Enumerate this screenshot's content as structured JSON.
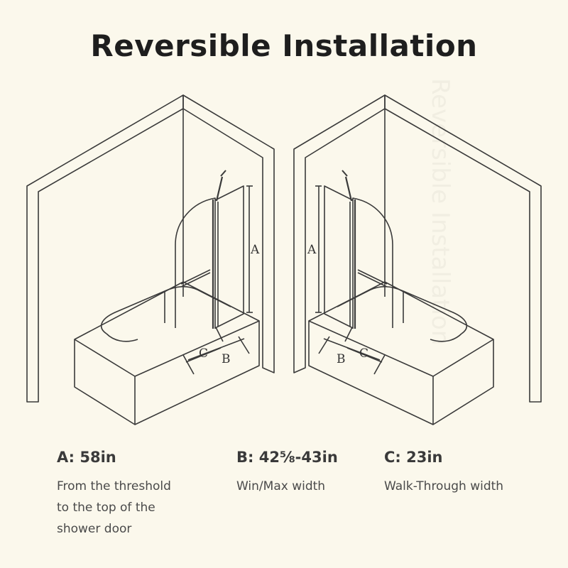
{
  "title": "Reversible Installation",
  "watermark": "Reversible Installation",
  "diagram_labels": {
    "a": "A",
    "b": "B",
    "c": "C"
  },
  "specs": {
    "a": {
      "label": "A: 58in",
      "lines": [
        "From the threshold",
        "to the top of the",
        "shower door"
      ]
    },
    "b": {
      "label": "B: 42⅝-43in",
      "lines": [
        "Win/Max width"
      ]
    },
    "c": {
      "label": "C: 23in",
      "lines": [
        "Walk-Through width"
      ]
    }
  }
}
